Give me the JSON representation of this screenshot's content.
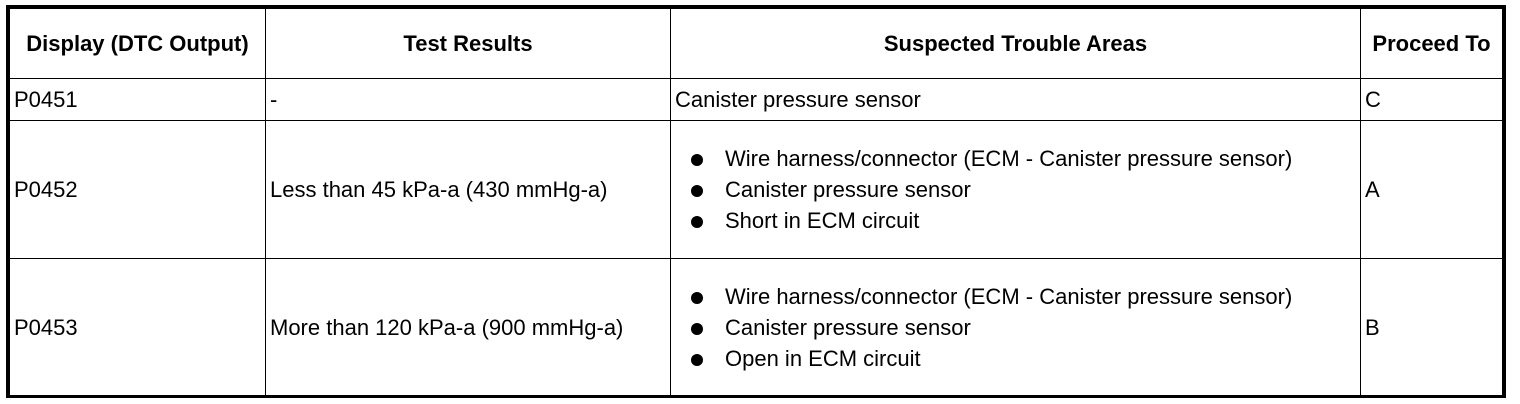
{
  "table": {
    "headers": [
      "Display (DTC Output)",
      "Test Results",
      "Suspected Trouble Areas",
      "Proceed To"
    ],
    "rows": [
      {
        "display": "P0451",
        "test_results": "-",
        "areas_text": "Canister pressure sensor",
        "proceed": "C"
      },
      {
        "display": "P0452",
        "test_results": "Less than 45 kPa-a (430 mmHg-a)",
        "areas": [
          "Wire harness/connector (ECM - Canister pressure sensor)",
          "Canister pressure sensor",
          "Short in ECM circuit"
        ],
        "proceed": "A"
      },
      {
        "display": "P0453",
        "test_results": "More than 120 kPa-a (900 mmHg-a)",
        "areas": [
          "Wire harness/connector (ECM - Canister pressure sensor)",
          "Canister pressure sensor",
          "Open in ECM circuit"
        ],
        "proceed": "B"
      }
    ]
  }
}
